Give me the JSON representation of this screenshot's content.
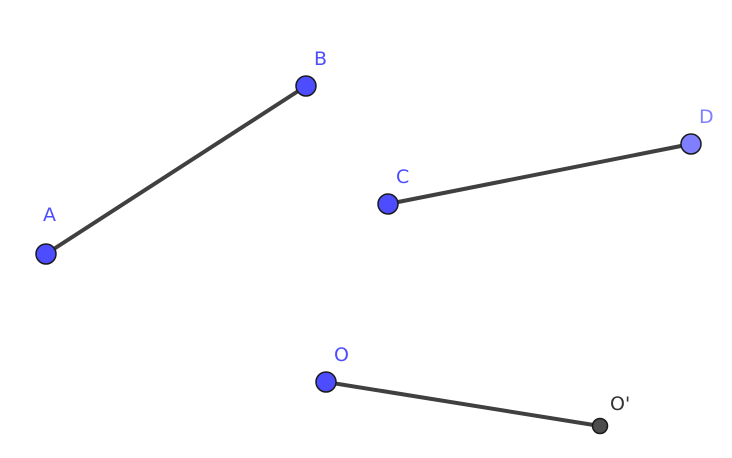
{
  "colors": {
    "free_point": "#4d4dff",
    "light_point": "#7f7fff",
    "dependent_point": "#4d4d4d",
    "segment": "#404040",
    "free_label": "#4d4dff",
    "light_label": "#7f7fff",
    "dependent_label": "#333333"
  },
  "points": {
    "A": {
      "label": "A"
    },
    "B": {
      "label": "B"
    },
    "C": {
      "label": "C"
    },
    "D": {
      "label": "D"
    },
    "O": {
      "label": "O"
    },
    "O_prime": {
      "label": "O'"
    }
  }
}
